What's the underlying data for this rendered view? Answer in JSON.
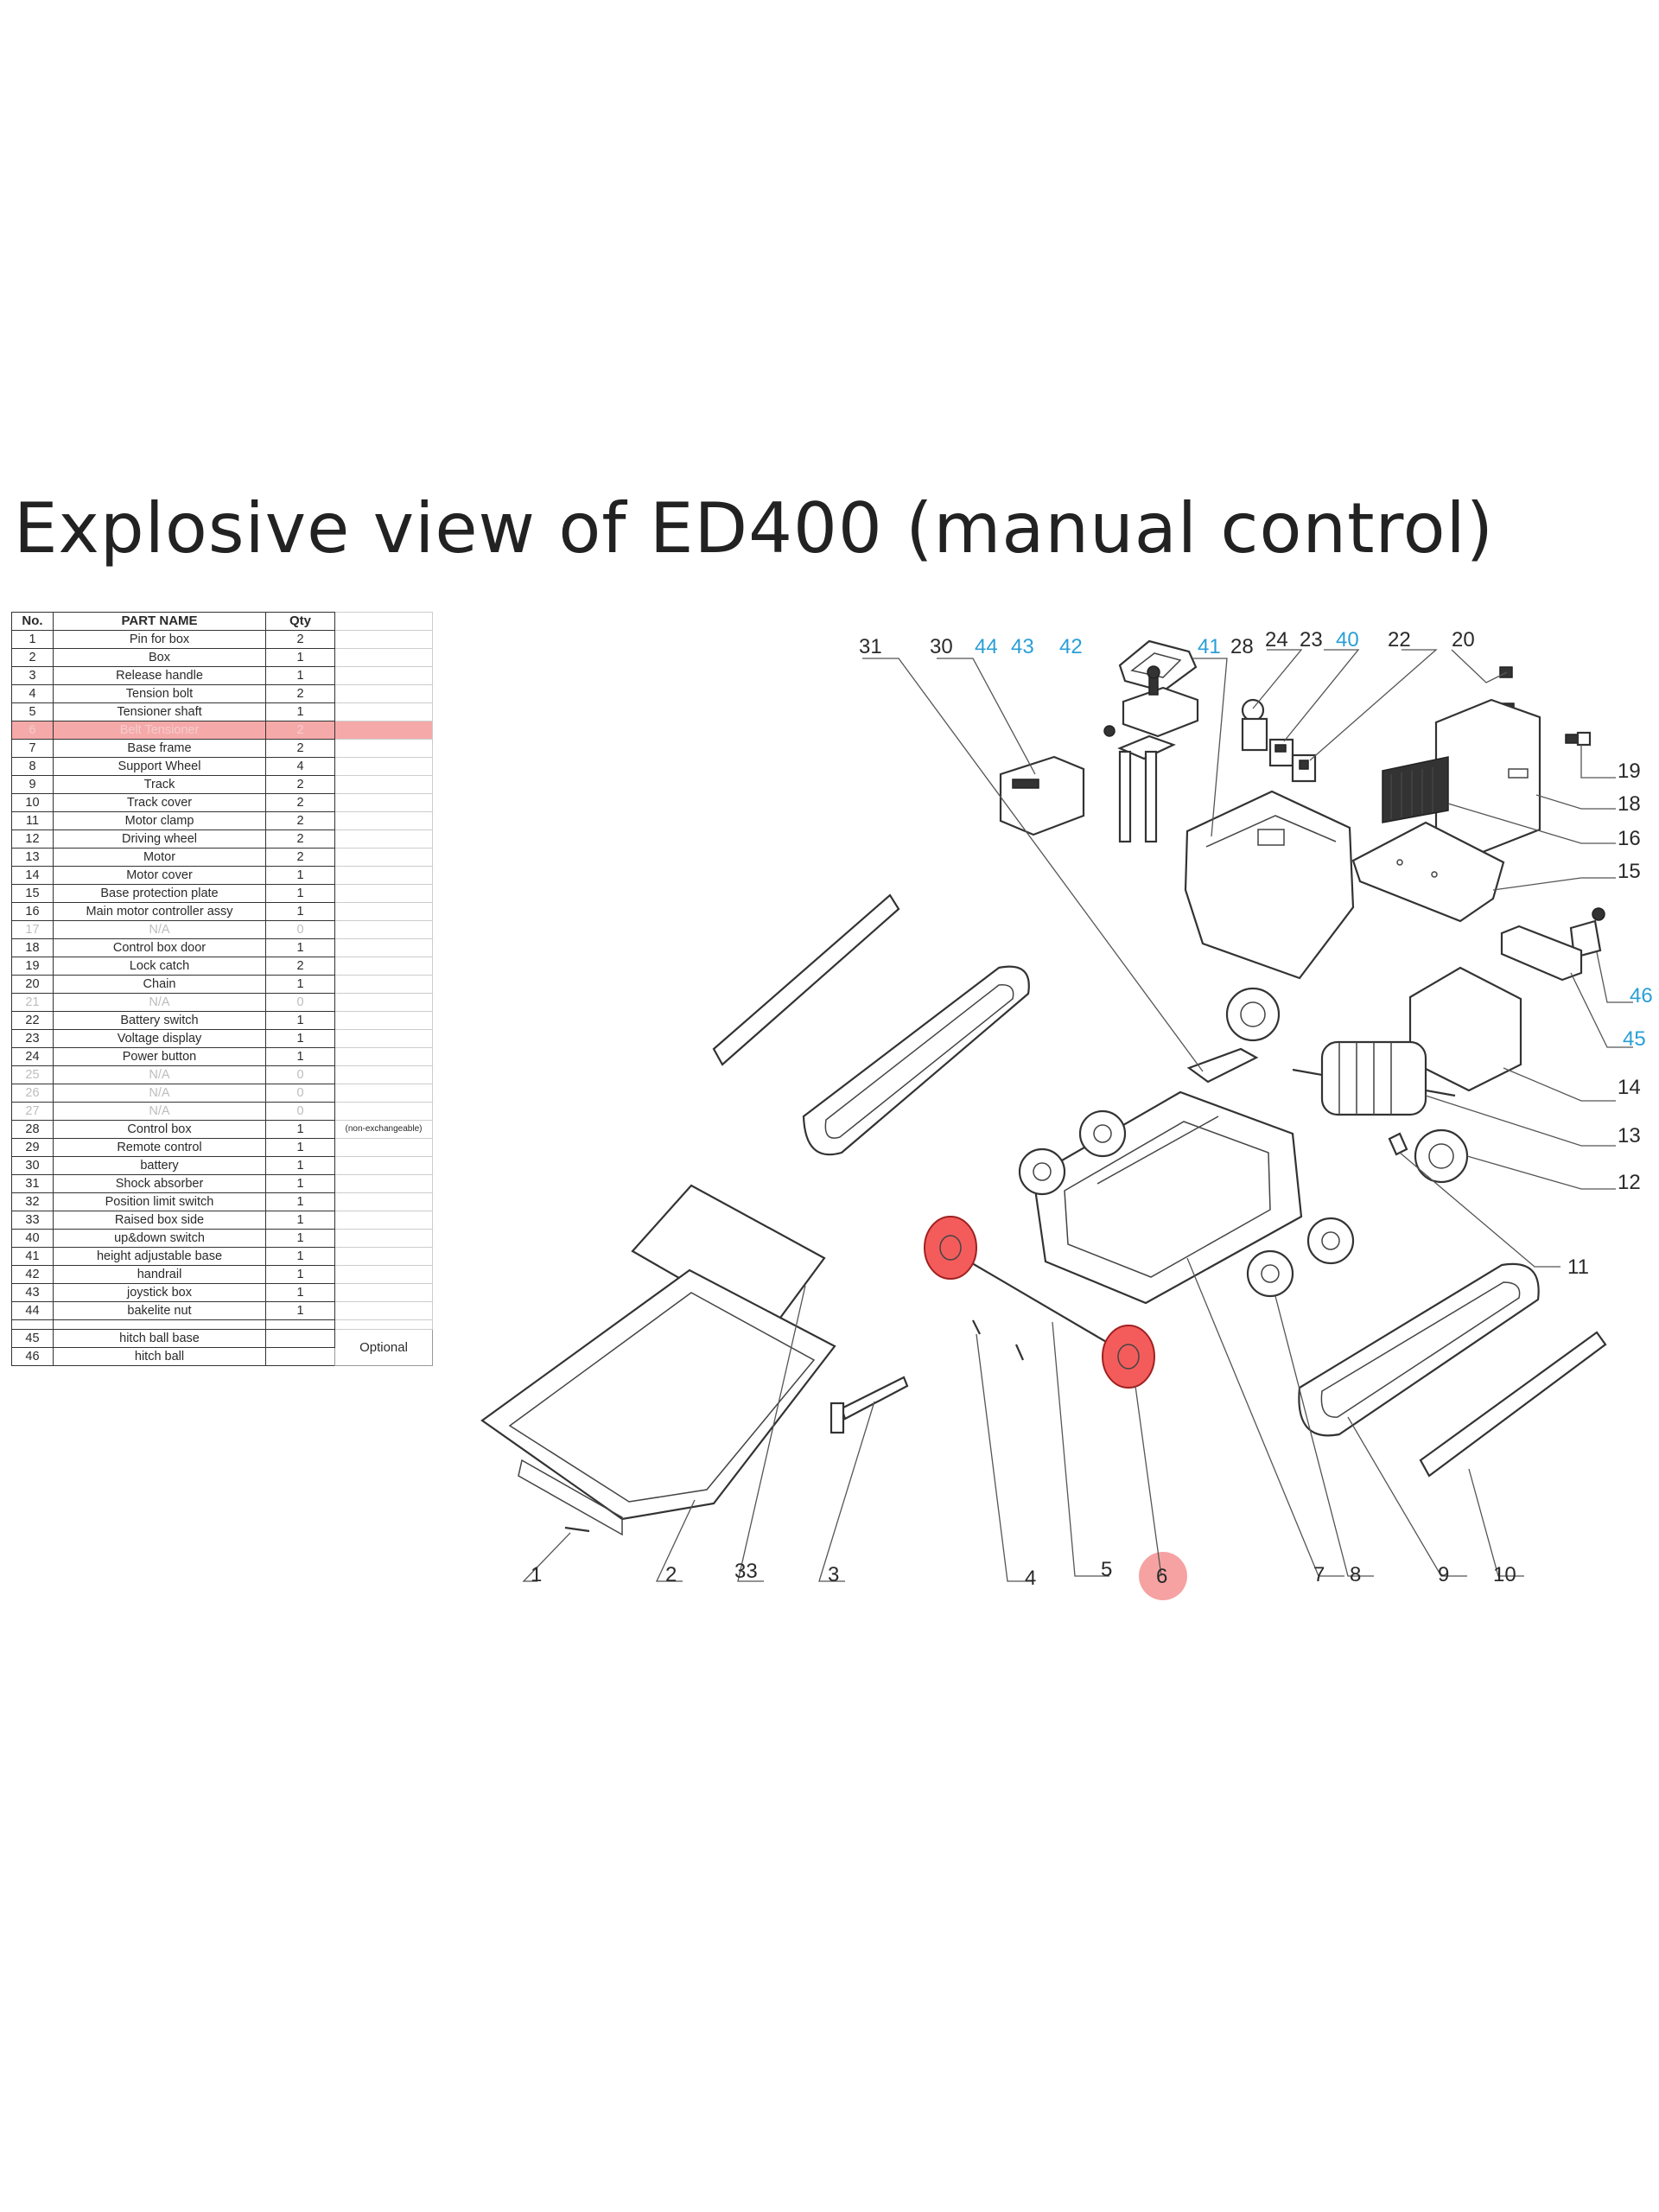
{
  "title": "Explosive view of ED400 (manual control)",
  "table": {
    "headers": [
      "No.",
      "PART NAME",
      "Qty",
      ""
    ],
    "rows": [
      {
        "no": "1",
        "name": "Pin for box",
        "qty": "2",
        "note": ""
      },
      {
        "no": "2",
        "name": "Box",
        "qty": "1",
        "note": ""
      },
      {
        "no": "3",
        "name": "Release handle",
        "qty": "1",
        "note": ""
      },
      {
        "no": "4",
        "name": "Tension bolt",
        "qty": "2",
        "note": ""
      },
      {
        "no": "5",
        "name": "Tensioner shaft",
        "qty": "1",
        "note": ""
      },
      {
        "no": "6",
        "name": "Belt Tensioner",
        "qty": "2",
        "note": "",
        "highlight": true
      },
      {
        "no": "7",
        "name": "Base frame",
        "qty": "2",
        "note": ""
      },
      {
        "no": "8",
        "name": "Support Wheel",
        "qty": "4",
        "note": ""
      },
      {
        "no": "9",
        "name": "Track",
        "qty": "2",
        "note": ""
      },
      {
        "no": "10",
        "name": "Track cover",
        "qty": "2",
        "note": ""
      },
      {
        "no": "11",
        "name": "Motor clamp",
        "qty": "2",
        "note": ""
      },
      {
        "no": "12",
        "name": "Driving wheel",
        "qty": "2",
        "note": ""
      },
      {
        "no": "13",
        "name": "Motor",
        "qty": "2",
        "note": ""
      },
      {
        "no": "14",
        "name": "Motor cover",
        "qty": "1",
        "note": ""
      },
      {
        "no": "15",
        "name": "Base protection plate",
        "qty": "1",
        "note": ""
      },
      {
        "no": "16",
        "name": "Main motor controller assy",
        "qty": "1",
        "note": ""
      },
      {
        "no": "17",
        "name": "N/A",
        "qty": "0",
        "note": "",
        "na": true
      },
      {
        "no": "18",
        "name": "Control box door",
        "qty": "1",
        "note": ""
      },
      {
        "no": "19",
        "name": "Lock catch",
        "qty": "2",
        "note": ""
      },
      {
        "no": "20",
        "name": "Chain",
        "qty": "1",
        "note": ""
      },
      {
        "no": "21",
        "name": "N/A",
        "qty": "0",
        "note": "",
        "na": true
      },
      {
        "no": "22",
        "name": "Battery switch",
        "qty": "1",
        "note": ""
      },
      {
        "no": "23",
        "name": "Voltage display",
        "qty": "1",
        "note": ""
      },
      {
        "no": "24",
        "name": "Power  button",
        "qty": "1",
        "note": ""
      },
      {
        "no": "25",
        "name": "N/A",
        "qty": "0",
        "note": "",
        "na": true
      },
      {
        "no": "26",
        "name": "N/A",
        "qty": "0",
        "note": "",
        "na": true
      },
      {
        "no": "27",
        "name": "N/A",
        "qty": "0",
        "note": "",
        "na": true
      },
      {
        "no": "28",
        "name": "Control box",
        "qty": "1",
        "note": "(non-exchangeable)"
      },
      {
        "no": "29",
        "name": "Remote control",
        "qty": "1",
        "note": ""
      },
      {
        "no": "30",
        "name": "battery",
        "qty": "1",
        "note": ""
      },
      {
        "no": "31",
        "name": "Shock absorber",
        "qty": "1",
        "note": ""
      },
      {
        "no": "32",
        "name": "Position limit switch",
        "qty": "1",
        "note": ""
      },
      {
        "no": "33",
        "name": "Raised box side",
        "qty": "1",
        "note": ""
      },
      {
        "no": "40",
        "name": "up&down switch",
        "qty": "1",
        "note": ""
      },
      {
        "no": "41",
        "name": "height adjustable base",
        "qty": "1",
        "note": ""
      },
      {
        "no": "42",
        "name": "handrail",
        "qty": "1",
        "note": ""
      },
      {
        "no": "43",
        "name": "joystick box",
        "qty": "1",
        "note": ""
      },
      {
        "no": "44",
        "name": "bakelite nut",
        "qty": "1",
        "note": ""
      }
    ],
    "optional_rows": [
      {
        "no": "45",
        "name": "hitch ball base"
      },
      {
        "no": "46",
        "name": "hitch ball"
      }
    ],
    "optional_label": "Optional"
  },
  "callouts": {
    "c1": "1",
    "c2": "2",
    "c3": "3",
    "c4": "4",
    "c5": "5",
    "c6": "6",
    "c7": "7",
    "c8": "8",
    "c9": "9",
    "c10": "10",
    "c11": "11",
    "c12": "12",
    "c13": "13",
    "c14": "14",
    "c15": "15",
    "c16": "16",
    "c18": "18",
    "c19": "19",
    "c20": "20",
    "c22": "22",
    "c23": "23",
    "c24": "24",
    "c28": "28",
    "c30": "30",
    "c31": "31",
    "c33": "33",
    "c40": "40",
    "c41": "41",
    "c42": "42",
    "c43": "43",
    "c44": "44",
    "c45": "45",
    "c46": "46"
  },
  "colors": {
    "highlight": "#f45c5c",
    "callout_blue": "#2a9fd6",
    "line": "#333333"
  }
}
